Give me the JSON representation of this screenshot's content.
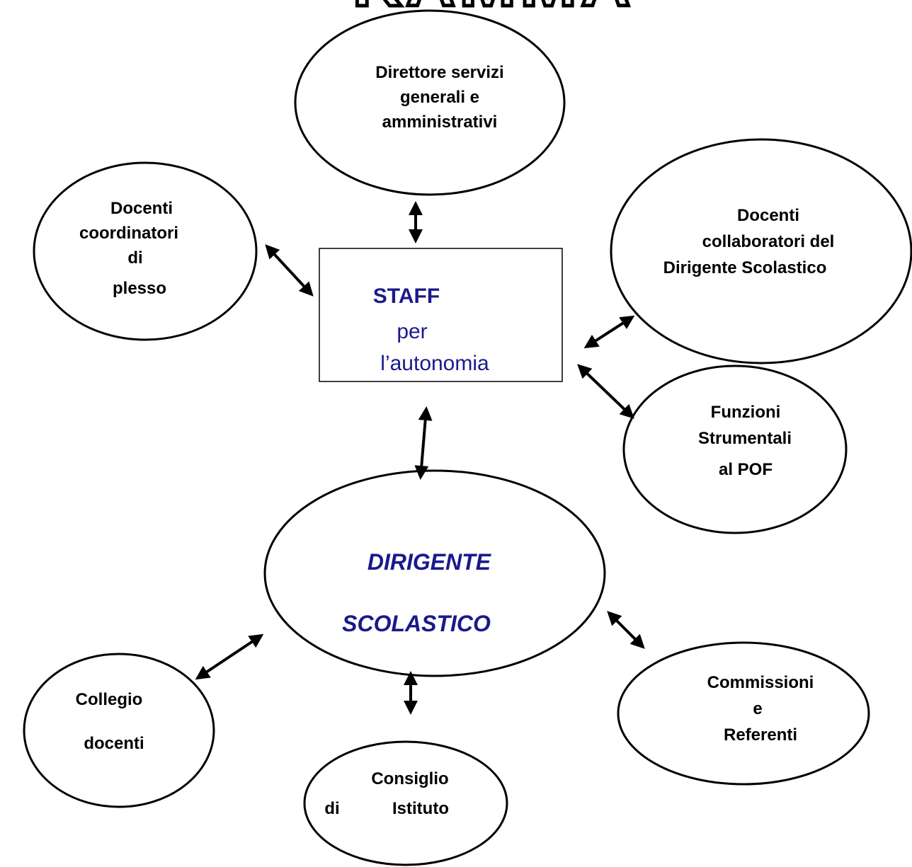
{
  "colors": {
    "ink": "#000000",
    "staff_text": "#1a1a8c",
    "dirigente_text": "#1a1a8c",
    "background": "#ffffff"
  },
  "header": {
    "logo_text": "KAMMA"
  },
  "staff": {
    "title": "STAFF",
    "line1": "per",
    "line2": "l’autonomia"
  },
  "dirigente": {
    "line1": "DIRIGENTE",
    "line2": "SCOLASTICO"
  },
  "nodes": {
    "dsga": {
      "lines": [
        "Direttore servizi",
        "generali e",
        "amministrativi"
      ]
    },
    "coordinatori": {
      "lines": [
        "Docenti",
        "coordinatori",
        "di",
        "plesso"
      ]
    },
    "collaboratori": {
      "lines": [
        "Docenti",
        "collaboratori del",
        "Dirigente Scolastico"
      ]
    },
    "funzioni": {
      "lines": [
        "Funzioni",
        "Strumentali",
        "al POF"
      ]
    },
    "collegio": {
      "lines": [
        "Collegio",
        "docenti"
      ]
    },
    "consiglio": {
      "lines": [
        "Consiglio",
        "di",
        "Istituto"
      ]
    },
    "commissioni": {
      "lines": [
        "Commissioni",
        "e",
        "Referenti"
      ]
    }
  }
}
